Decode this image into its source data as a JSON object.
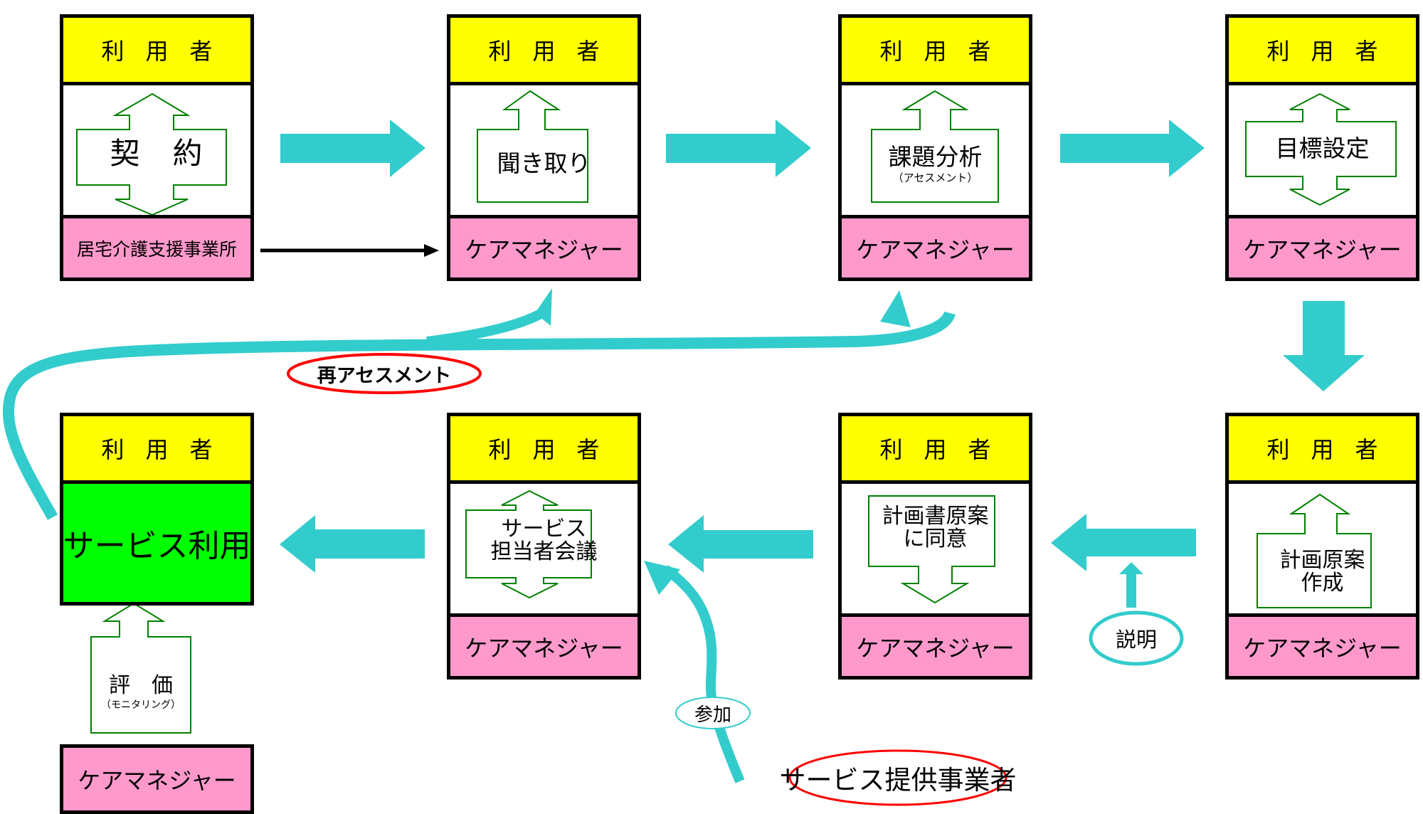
{
  "colors": {
    "user_header": "#ffff00",
    "manager_footer": "#ff99cc",
    "service_use": "#00ff00",
    "flow_arrow": "#33cccc",
    "step_outline": "#008000",
    "highlight_oval": "#ff0000"
  },
  "steps": [
    {
      "id": "contract",
      "header": "利用者",
      "label": "契　約",
      "sublabel": "",
      "footer": "居宅介護支援事業所",
      "arrow": "double"
    },
    {
      "id": "interview",
      "header": "利用者",
      "label": "聞き取り",
      "sublabel": "",
      "footer": "ケアマネジャー",
      "arrow": "up"
    },
    {
      "id": "assessment",
      "header": "利用者",
      "label": "課題分析",
      "sublabel": "（アセスメント）",
      "footer": "ケアマネジャー",
      "arrow": "up"
    },
    {
      "id": "goal-setting",
      "header": "利用者",
      "label": "目標設定",
      "sublabel": "",
      "footer": "ケアマネジャー",
      "arrow": "double"
    },
    {
      "id": "draft-plan",
      "header": "利用者",
      "label_lines": [
        "計画原案",
        "作成"
      ],
      "footer": "ケアマネジャー",
      "arrow": "up"
    },
    {
      "id": "consent",
      "header": "利用者",
      "label_lines": [
        "計画書原案",
        "に同意"
      ],
      "footer": "ケアマネジャー",
      "arrow": "down"
    },
    {
      "id": "conference",
      "header": "利用者",
      "label_lines": [
        "サービス",
        "担当者会議"
      ],
      "footer": "ケアマネジャー",
      "arrow": "double"
    },
    {
      "id": "service-use",
      "header": "利用者",
      "label": "サービス利用"
    }
  ],
  "evaluation": {
    "label": "評　価",
    "sublabel": "（モニタリング）",
    "footer": "ケアマネジャー"
  },
  "annotations": {
    "reassessment": "再アセスメント",
    "participation": "参加",
    "explanation": "説明",
    "provider": "サービス提供事業者"
  }
}
